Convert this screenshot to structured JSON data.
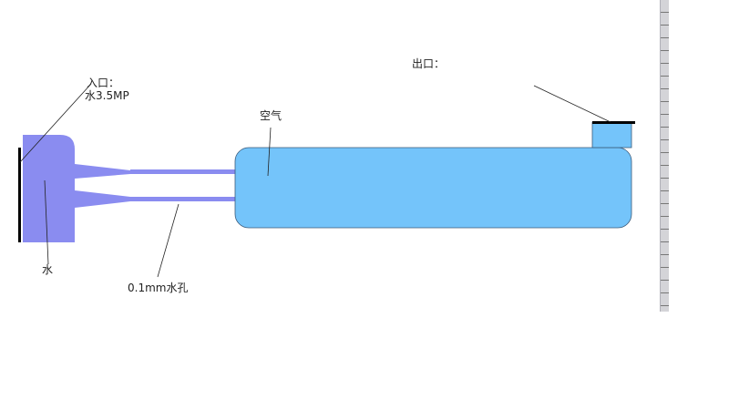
{
  "labels": {
    "inlet": "入口：",
    "inlet_pressure": "水3.5MP",
    "air": "空气",
    "outlet": "出口：",
    "water": "水",
    "hole": "0.1mm水孔"
  },
  "colors": {
    "water_block": "#8a8cf0",
    "tank": "#74c4fa",
    "outline": "#3a5a7a"
  }
}
